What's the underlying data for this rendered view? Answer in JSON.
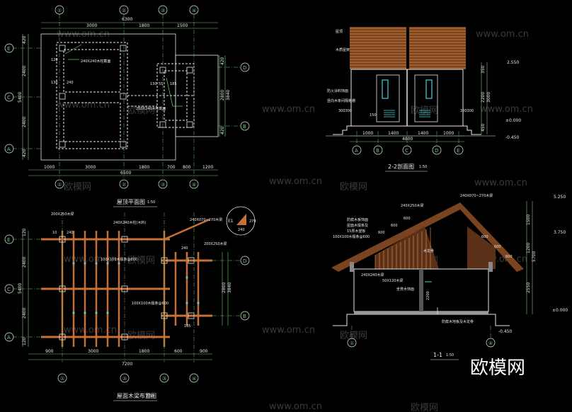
{
  "watermarks": {
    "site": "www.om.cn",
    "brand": "欧模网"
  },
  "plan_top": {
    "title": "屋顶平面图",
    "scale": "1:50",
    "top_total": "6300",
    "top_dims": [
      "3000",
      "1800",
      "1500"
    ],
    "bottom_total": "6500",
    "bottom_dims": [
      "1000",
      "3000",
      "1800",
      "700",
      "800",
      "1200"
    ],
    "left_total": "5400",
    "left_dims": [
      "420",
      "2400",
      "2400",
      "420"
    ],
    "right_total": "3840",
    "right_dims": [
      "420",
      "2800",
      "420"
    ],
    "grid_cols": [
      "①",
      "②",
      "③",
      "④"
    ],
    "grid_rows": [
      "E",
      "C",
      "A"
    ],
    "grid_rows_right": [
      "D",
      "B"
    ],
    "column_note_1": "240X240木柱截面",
    "column_note_2": "250X240木柱截面",
    "small_dims": [
      "120",
      "130",
      "240",
      "130",
      "240",
      "120",
      "240",
      "130",
      "55",
      "185"
    ]
  },
  "section_22": {
    "title": "2-2剖面图",
    "scale": "1:50",
    "bottom_total": "4800",
    "bottom_dims": [
      "1000",
      "1400",
      "1400",
      "1000"
    ],
    "grid": [
      "A",
      "B",
      "C",
      "D",
      "E"
    ],
    "elev_top": "2.550",
    "elev_zero": "±0.000",
    "elev_bottom": "-0.450",
    "right_dims": [
      "350",
      "2200",
      "3000",
      "450"
    ],
    "notes": [
      "屋顶",
      "木质屋架",
      "防火涂料饰面",
      "竖向木条间隔格栅",
      "300300"
    ],
    "small_dims": [
      "300300",
      "150",
      "300300"
    ]
  },
  "beam_plan": {
    "title": "屋面木梁布置图",
    "scale": "1:50",
    "bottom_total": "7200",
    "bottom_dims": [
      "900",
      "3000",
      "1800",
      "600",
      "900"
    ],
    "left_total": "5400",
    "left_dims": [
      "120",
      "2400",
      "2400",
      "120"
    ],
    "right_total": "3840",
    "right_dims": [
      "2800"
    ],
    "grid_cols": [
      "①",
      "②",
      "③",
      "④"
    ],
    "grid_rows": [
      "E",
      "C",
      "A"
    ],
    "grid_rows_right": [
      "D",
      "B"
    ],
    "beam_notes": [
      "200X250木梁",
      "240X240木柱(木料)",
      "240X070~270木梁",
      "100X100木檩条@600",
      "100X100木檩条@600",
      "200X250木梁"
    ],
    "detail_label": "E1",
    "detail_dims": [
      "270",
      "240"
    ],
    "small_dims": [
      "10",
      "240",
      "10",
      "240",
      "240",
      "10",
      "240",
      "185",
      "10",
      "55"
    ]
  },
  "section_11": {
    "title": "1-1",
    "scale": "1:50",
    "grid": [
      "①",
      "④"
    ],
    "elev_top": "5.250",
    "elev_mid": "3.750",
    "elev_zero": "±0.000",
    "elev_bottom": "-0.450",
    "right_dims": [
      "1500",
      "1200",
      "2550",
      "5700"
    ],
    "notes": [
      "240X070~270木梁",
      "240X250木梁",
      "防腐木板饰面",
      "屋面木檩条及",
      "15厚木望板",
      "100X100木檩条@600",
      "240X240木梁",
      "50X120木梁",
      "木龙骨",
      "坐凳木饰面",
      "防腐木地板及木龙骨"
    ],
    "slope_dims": [
      "600",
      "600",
      "600",
      "600",
      "600",
      "600"
    ],
    "small_dims": [
      "2200"
    ]
  }
}
